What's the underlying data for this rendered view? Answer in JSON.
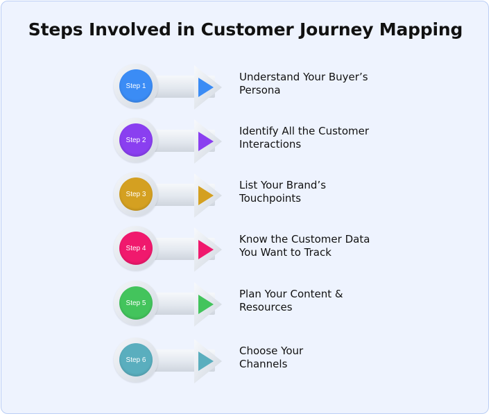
{
  "title": "Steps Involved in Customer Journey Mapping",
  "steps": [
    {
      "label": "Step 1",
      "line1": "Understand Your Buyer’s",
      "line2": "Persona",
      "color": "#3b8cf5"
    },
    {
      "label": "Step 2",
      "line1": "Identify All the Customer",
      "line2": "Interactions",
      "color": "#8a3ff0"
    },
    {
      "label": "Step 3",
      "line1": "List Your Brand’s",
      "line2": "Touchpoints",
      "color": "#d4a021"
    },
    {
      "label": "Step 4",
      "line1": "Know the Customer Data",
      "line2": "You Want to Track",
      "color": "#f0196d"
    },
    {
      "label": "Step 5",
      "line1": "Plan Your Content &",
      "line2": "Resources",
      "color": "#43c45c"
    },
    {
      "label": "Step 6",
      "line1": "Choose Your",
      "line2": "Channels",
      "color": "#5aaebe"
    }
  ]
}
